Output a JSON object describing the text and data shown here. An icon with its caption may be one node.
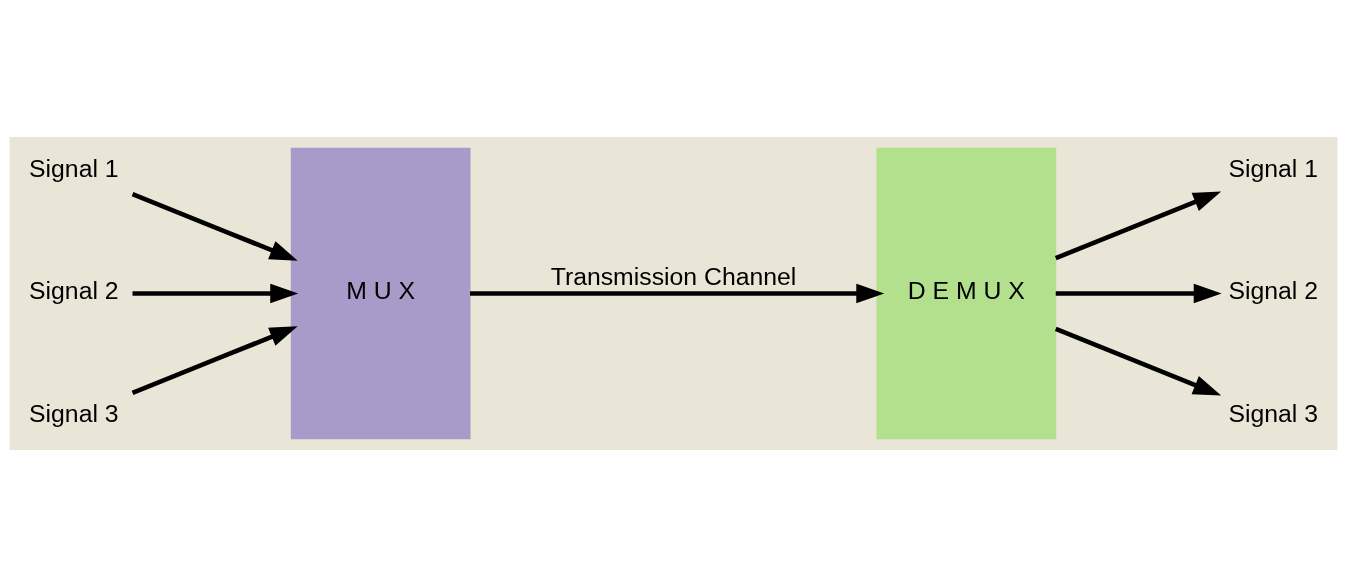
{
  "diagram": {
    "nodes": [
      {
        "text": [
          "Signal 1"
        ]
      },
      {
        "text": [
          "Signal 2"
        ]
      },
      {
        "text": [
          "Signal 3"
        ]
      },
      {
        "text": [
          "M U X"
        ]
      },
      {
        "text": [
          "D E M U X"
        ]
      },
      {
        "text": [
          "Signal 1"
        ]
      },
      {
        "text": [
          "Signal 2"
        ]
      },
      {
        "text": [
          "Signal 3"
        ]
      }
    ],
    "edges": [
      {
        "from": 0,
        "to": 3,
        "arrow": "to"
      },
      {
        "from": 1,
        "to": 3,
        "arrow": "to"
      },
      {
        "from": 2,
        "to": 3,
        "arrow": "to"
      },
      {
        "from": 3,
        "to": 4,
        "arrow": "to",
        "label": "Transmission Channel"
      },
      {
        "from": 4,
        "to": 5,
        "arrow": "to"
      },
      {
        "from": 4,
        "to": 6,
        "arrow": "to"
      },
      {
        "from": 4,
        "to": 7,
        "arrow": "to"
      }
    ]
  }
}
